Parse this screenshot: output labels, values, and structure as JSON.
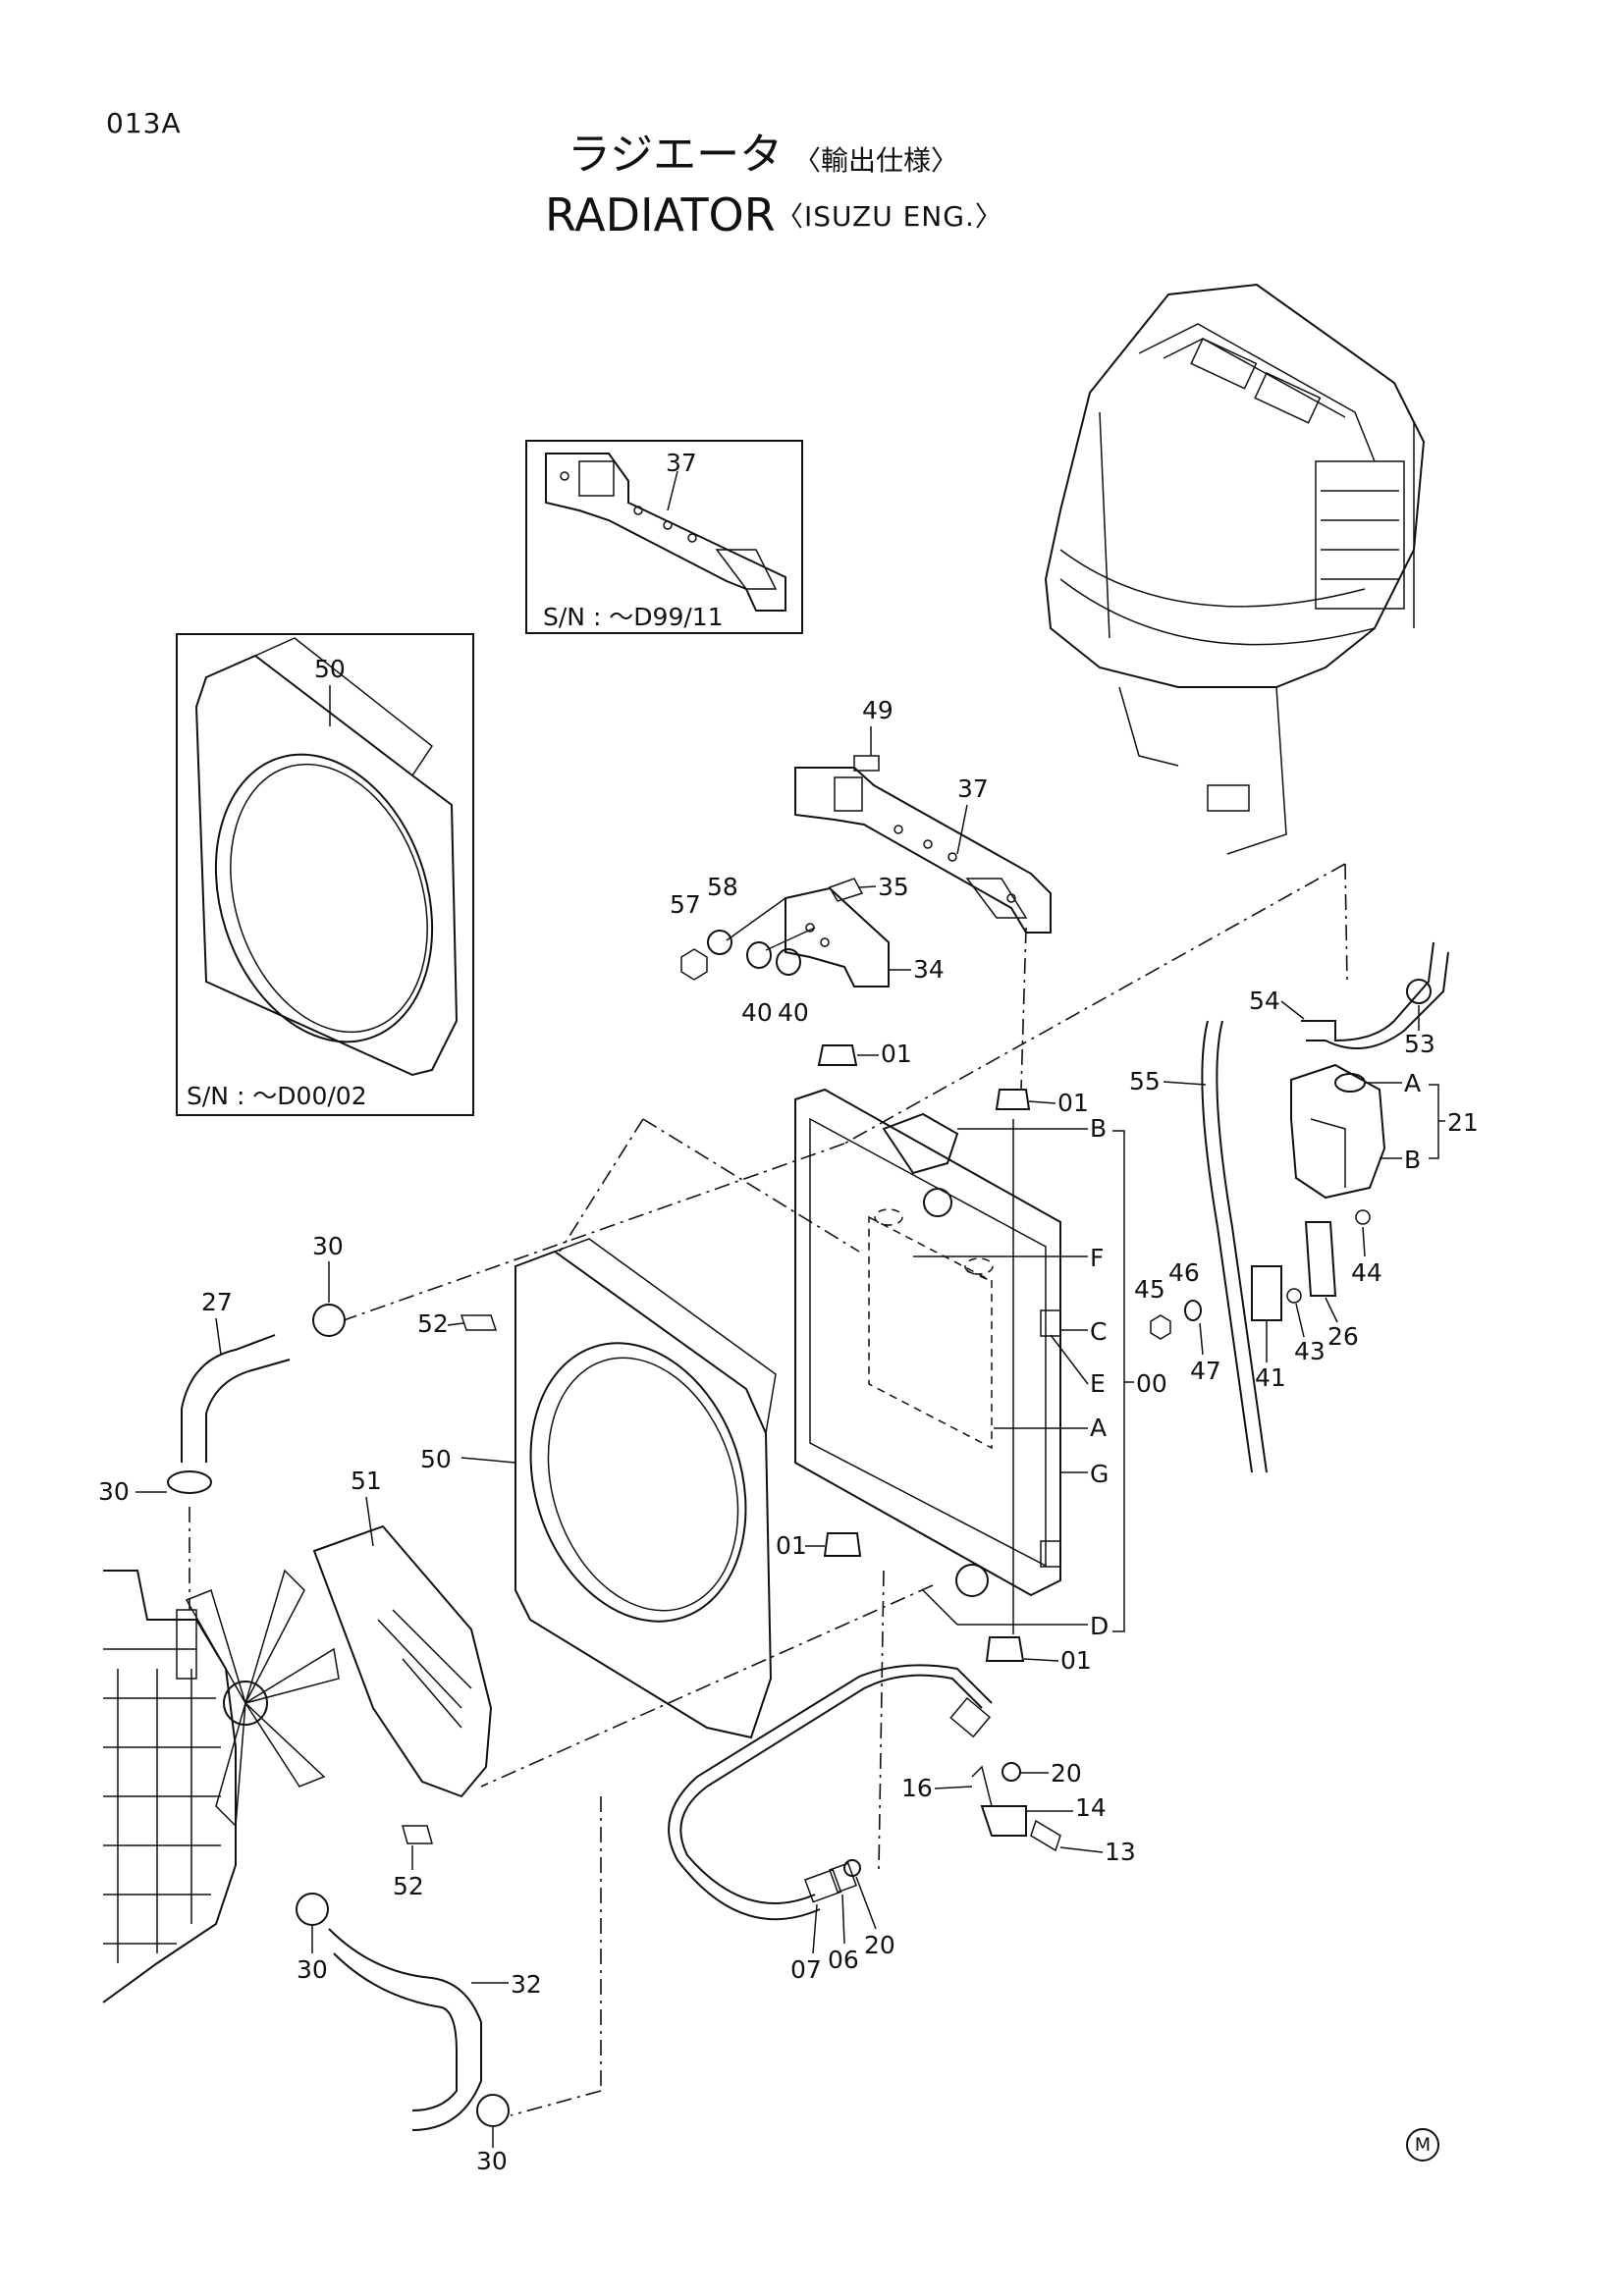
{
  "page": {
    "code": "013A",
    "title_jp": "ラジエータ",
    "title_jp_sub": "〈輸出仕様〉",
    "title_en": "RADIATOR",
    "title_en_sub": "〈ISUZU ENG.〉",
    "mark": "M"
  },
  "insets": [
    {
      "label": "S/N : ～D99/11",
      "part": "37"
    },
    {
      "label": "S/N : ～D00/02",
      "part": "50"
    }
  ],
  "callouts": {
    "c37a": "37",
    "c49": "49",
    "c37b": "37",
    "c58": "58",
    "c57": "57",
    "c35": "35",
    "c40a": "40",
    "c40b": "40",
    "c34": "34",
    "c01a": "01",
    "c01b": "01",
    "c01c": "01",
    "c01d": "01",
    "c50a": "50",
    "c50b": "50",
    "c30a": "30",
    "c27": "27",
    "c52a": "52",
    "c30b": "30",
    "c51": "51",
    "c52b": "52",
    "c30c": "30",
    "c32": "32",
    "c30d": "30",
    "c54": "54",
    "c53": "53",
    "c55": "55",
    "c21": "21",
    "c44": "44",
    "c46": "46",
    "c45": "45",
    "c47": "47",
    "c41": "41",
    "c43": "43",
    "c26": "26",
    "c00": "00",
    "c20a": "20",
    "c16": "16",
    "c14": "14",
    "c13": "13",
    "c07": "07",
    "c06": "06",
    "c20b": "20"
  },
  "letters": {
    "lB1": "B",
    "lF": "F",
    "lC": "C",
    "lE": "E",
    "lA1": "A",
    "lG": "G",
    "lD": "D",
    "lA2": "A",
    "lB2": "B"
  }
}
